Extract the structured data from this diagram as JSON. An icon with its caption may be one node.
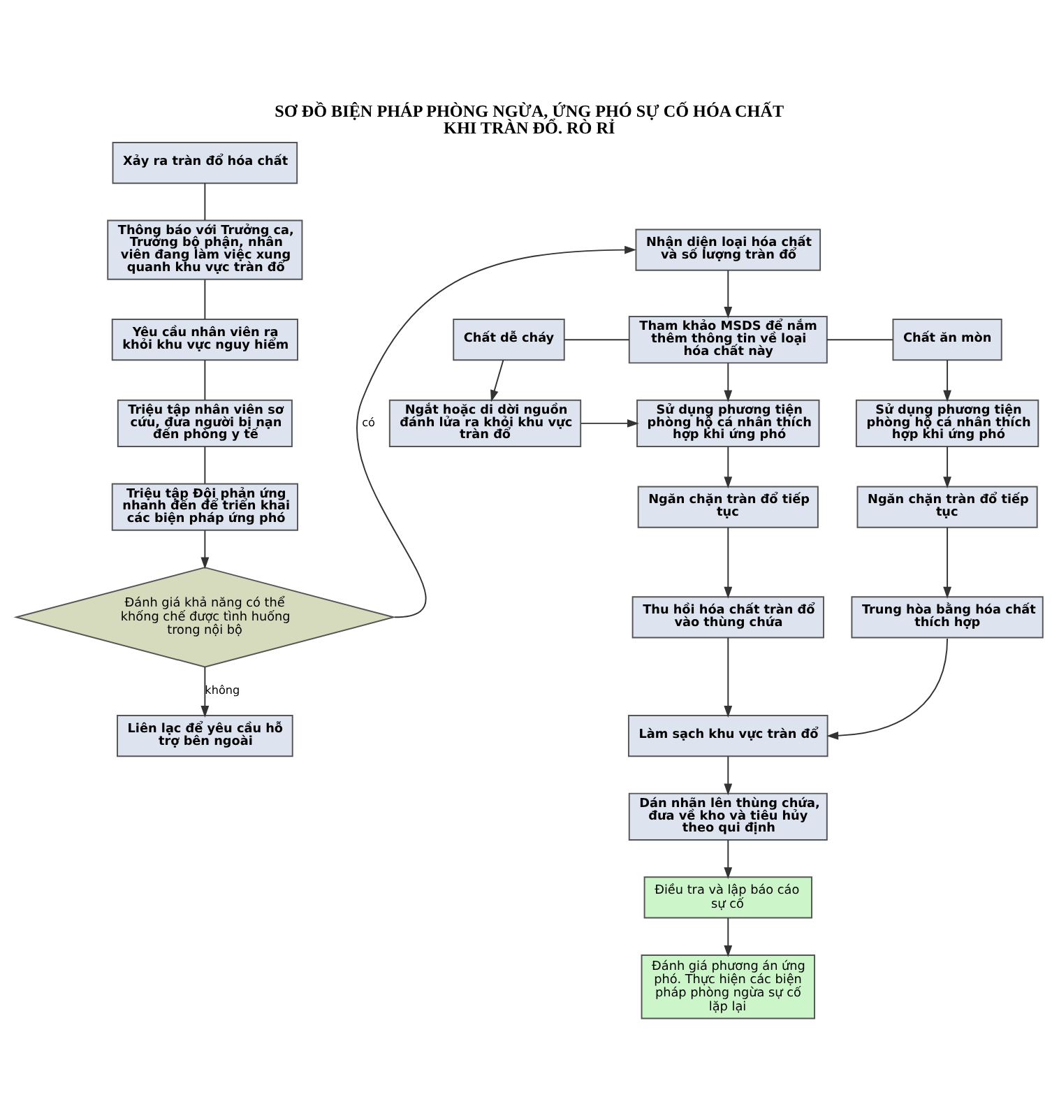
{
  "diagram": {
    "title": "SƠ ĐỒ BIỆN PHÁP PHÒNG NGỪA, ỨNG PHÓ SỰ CỐ HÓA CHẤT KHI TRÀN ĐỔ. RÒ RỈ",
    "nodes": [
      {
        "text": [
          "Xảy ra tràn đổ hóa chất"
        ]
      },
      {
        "text": [
          "Thông báo với Trưởng ca, Trưởng bộ phận, nhân viên đang làm việc xung quanh khu vực tràn đổ"
        ]
      },
      {
        "text": [
          "Yêu cầu nhân viên ra khỏi khu vực nguy hiểm"
        ]
      },
      {
        "text": [
          "Triệu tập nhân viên sơ cứu, đưa người bị nạn đến phòng y tế"
        ]
      },
      {
        "text": [
          "Triệu tập Đội phản ứng nhanh đến để triển khai các biện pháp ứng phó"
        ]
      },
      {
        "text": [
          "Đánh giá khả năng có thể khống chế được tình huống trong nội bộ"
        ]
      },
      {
        "text": [
          "Liên lạc để yêu cầu hỗ trợ bên ngoài"
        ]
      },
      {
        "text": [
          "Nhận diện loại hóa chất và số lượng tràn đổ"
        ]
      },
      {
        "text": [
          "Chất dễ cháy"
        ]
      },
      {
        "text": [
          "Tham khảo MSDS để nắm thêm thông tin về loại hóa chất này"
        ]
      },
      {
        "text": [
          "Chất ăn mòn"
        ]
      },
      {
        "text": [
          "Ngắt hoặc di dời nguồn đánh lửa ra khỏi khu vực tràn đổ"
        ]
      },
      {
        "text": [
          "Sử dụng phương tiện phòng hộ cá nhân thích hợp khi ứng phó"
        ]
      },
      {
        "text": [
          "Sử dụng phương tiện phòng hộ cá nhân thích hợp khi ứng phó"
        ]
      },
      {
        "text": [
          "Ngăn chặn tràn đổ tiếp tục"
        ]
      },
      {
        "text": [
          "Ngăn chặn tràn đổ tiếp tục"
        ]
      },
      {
        "text": [
          "Thu hồi hóa chất tràn đổ vào thùng chứa"
        ]
      },
      {
        "text": [
          "Trung hòa bằng hóa chất thích hợp"
        ]
      },
      {
        "text": [
          "Làm sạch khu vực tràn đổ"
        ]
      },
      {
        "text": [
          "Dán nhãn lên thùng chứa, đưa về kho và tiêu hủy theo qui định"
        ]
      },
      {
        "text": [
          "Điều tra và lập báo cáo sự cố"
        ]
      },
      {
        "text": [
          "Đánh giá phương án ứng phó. Thực hiện các biện pháp phòng ngừa sự cố lặp lại"
        ]
      }
    ],
    "edges": [
      {
        "from": 0,
        "to": 1,
        "arrow": "none"
      },
      {
        "from": 1,
        "to": 2,
        "arrow": "none"
      },
      {
        "from": 2,
        "to": 3,
        "arrow": "none"
      },
      {
        "from": 3,
        "to": 4,
        "arrow": "none"
      },
      {
        "from": 4,
        "to": 5,
        "arrow": "to"
      },
      {
        "from": 5,
        "to": 6,
        "arrow": "to",
        "label": "không"
      },
      {
        "from": 5,
        "to": 7,
        "arrow": "to",
        "label": "có"
      },
      {
        "from": 7,
        "to": 9,
        "arrow": "to"
      },
      {
        "from": 8,
        "to": 9,
        "arrow": "none"
      },
      {
        "from": 9,
        "to": 10,
        "arrow": "none"
      },
      {
        "from": 8,
        "to": 11,
        "arrow": "to"
      },
      {
        "from": 9,
        "to": 12,
        "arrow": "to"
      },
      {
        "from": 11,
        "to": 12,
        "arrow": "to"
      },
      {
        "from": 10,
        "to": 13,
        "arrow": "to"
      },
      {
        "from": 12,
        "to": 14,
        "arrow": "to"
      },
      {
        "from": 13,
        "to": 15,
        "arrow": "to"
      },
      {
        "from": 14,
        "to": 16,
        "arrow": "to"
      },
      {
        "from": 15,
        "to": 17,
        "arrow": "to"
      },
      {
        "from": 16,
        "to": 18,
        "arrow": "to"
      },
      {
        "from": 17,
        "to": 18,
        "arrow": "to"
      },
      {
        "from": 18,
        "to": 19,
        "arrow": "to"
      },
      {
        "from": 19,
        "to": 20,
        "arrow": "to"
      },
      {
        "from": 20,
        "to": 21,
        "arrow": "to"
      }
    ]
  }
}
